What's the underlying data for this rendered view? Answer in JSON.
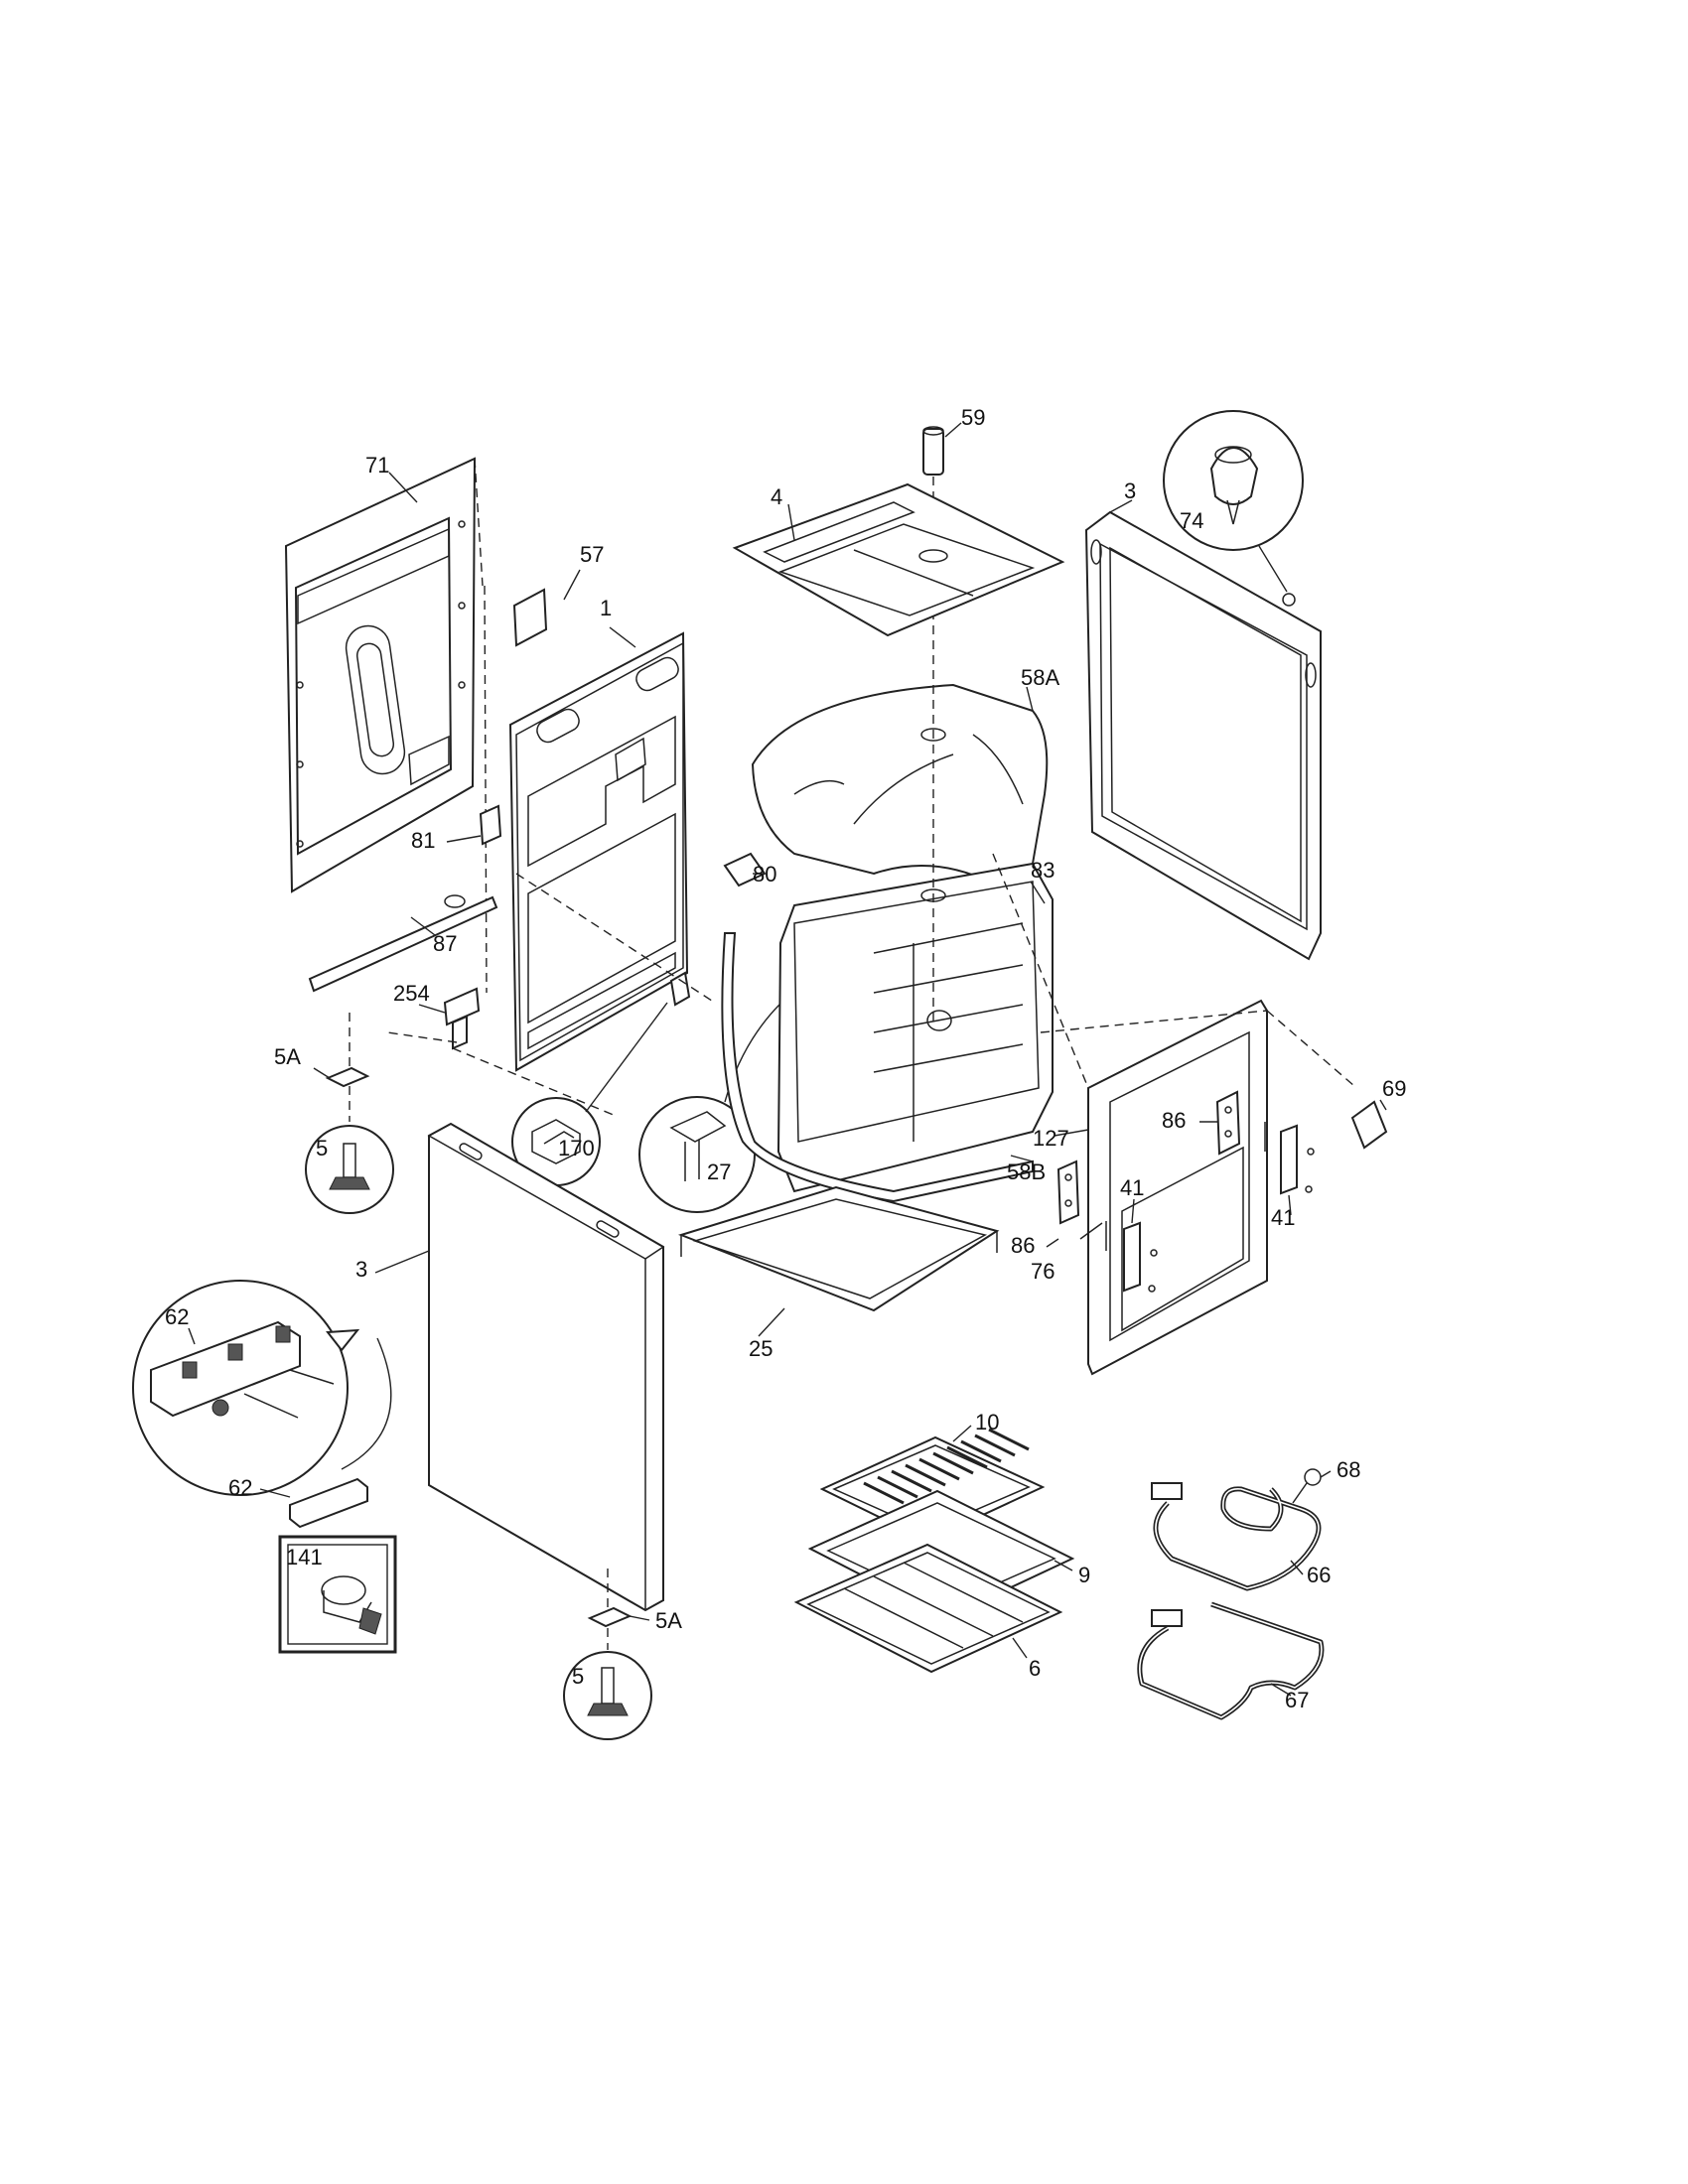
{
  "diagram": {
    "callouts": [
      {
        "id": "c71",
        "label": "71"
      },
      {
        "id": "c57",
        "label": "57"
      },
      {
        "id": "c1",
        "label": "1"
      },
      {
        "id": "c81",
        "label": "81"
      },
      {
        "id": "c87",
        "label": "87"
      },
      {
        "id": "c254",
        "label": "254"
      },
      {
        "id": "c5a-top",
        "label": "5A"
      },
      {
        "id": "c5-top",
        "label": "5"
      },
      {
        "id": "c170",
        "label": "170"
      },
      {
        "id": "c27",
        "label": "27"
      },
      {
        "id": "c80",
        "label": "80"
      },
      {
        "id": "c59",
        "label": "59"
      },
      {
        "id": "c4",
        "label": "4"
      },
      {
        "id": "c58a",
        "label": "58A"
      },
      {
        "id": "c83",
        "label": "83"
      },
      {
        "id": "c3-right",
        "label": "3"
      },
      {
        "id": "c74",
        "label": "74"
      },
      {
        "id": "c69",
        "label": "69"
      },
      {
        "id": "c127",
        "label": "127"
      },
      {
        "id": "c58b",
        "label": "58B"
      },
      {
        "id": "c86-top",
        "label": "86"
      },
      {
        "id": "c41-left",
        "label": "41"
      },
      {
        "id": "c41-right",
        "label": "41"
      },
      {
        "id": "c86-bottom",
        "label": "86"
      },
      {
        "id": "c76",
        "label": "76"
      },
      {
        "id": "c25",
        "label": "25"
      },
      {
        "id": "c3-left",
        "label": "3"
      },
      {
        "id": "c62-top",
        "label": "62"
      },
      {
        "id": "c62-bottom",
        "label": "62"
      },
      {
        "id": "c141",
        "label": "141"
      },
      {
        "id": "c5a-bottom",
        "label": "5A"
      },
      {
        "id": "c5-bottom",
        "label": "5"
      },
      {
        "id": "c10",
        "label": "10"
      },
      {
        "id": "c9",
        "label": "9"
      },
      {
        "id": "c6",
        "label": "6"
      },
      {
        "id": "c68",
        "label": "68"
      },
      {
        "id": "c66",
        "label": "66"
      },
      {
        "id": "c67",
        "label": "67"
      }
    ]
  }
}
